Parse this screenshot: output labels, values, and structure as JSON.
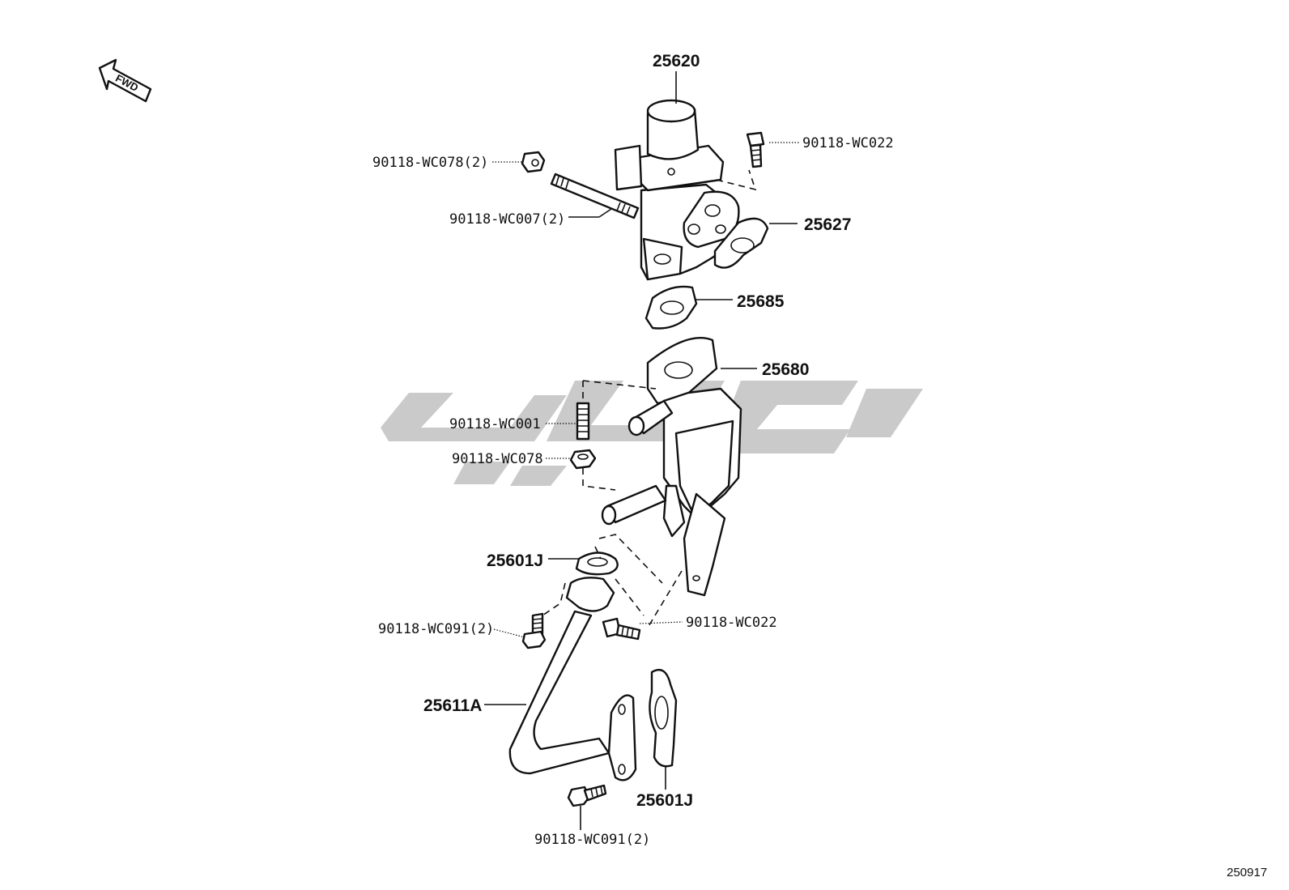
{
  "diagram": {
    "fwd_label": "FWD",
    "diagram_id": "250917",
    "callouts": {
      "egr_valve": "25620",
      "bolt_top_right": "90118-WC022",
      "nut_top_left": "90118-WC078(2)",
      "stud_long": "90118-WC007(2)",
      "gasket_valve": "25627",
      "gasket_cooler": "25685",
      "egr_cooler": "25680",
      "stud_mid": "90118-WC001",
      "nut_mid": "90118-WC078",
      "gasket_pipe_upper": "25601J",
      "bolt_pipe_left": "90118-WC091(2)",
      "bolt_bracket": "90118-WC022",
      "egr_pipe": "25611A",
      "gasket_pipe_lower": "25601J",
      "bolt_bottom": "90118-WC091(2)"
    }
  }
}
